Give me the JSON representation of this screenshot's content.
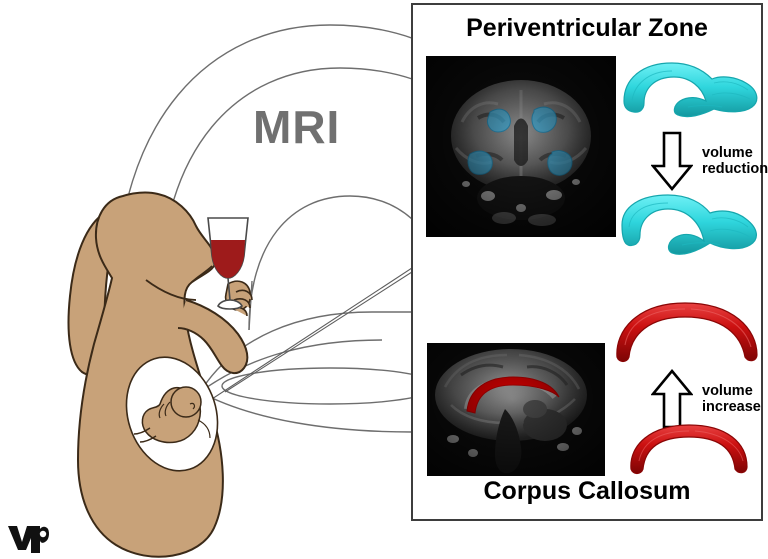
{
  "figure": {
    "title": "MRI study of prenatal alcohol exposure effects on fetal brain structures",
    "background_color": "#ffffff"
  },
  "illustration": {
    "name": "pregnant-woman-drinking-wine-in-mri-scanner",
    "machine_label": "MRI",
    "machine_label_color": "#707070",
    "machine_outline_color": "#6e6e6e",
    "skin_color": "#c8a279",
    "skin_outline_color": "#3b2a18",
    "wine_color": "#9e1b1b",
    "glass_outline_color": "#4a4a4a",
    "amniotic_sac_color": "#ffffff",
    "elements": [
      "mri-scanner-bore",
      "patient-table",
      "pregnant-woman-silhouette",
      "ponytail",
      "wine-glass",
      "fetus-in-womb",
      "connector-lines"
    ]
  },
  "panel": {
    "border_color": "#3d3d3d",
    "background_color": "#ffffff",
    "top_section": {
      "title": "Periventricular Zone",
      "mri_slice": {
        "name": "coronal-brain-mri",
        "orientation": "coronal",
        "background_color": "#0b0b0b",
        "highlight_color": "#3fa9d4",
        "highlight_label": "periventricular zone segmentation",
        "highlight_count": 4
      },
      "render_before": {
        "name": "periventricular-zone-3d-before",
        "color": "#2fd6dd",
        "shade_color": "#19a6ad",
        "state": "before"
      },
      "render_after": {
        "name": "periventricular-zone-3d-after",
        "color": "#2fd6dd",
        "shade_color": "#19a6ad",
        "state": "after"
      },
      "arrow": {
        "direction": "down",
        "caption_line1": "volume",
        "caption_line2": "reduction",
        "stroke_color": "#000000",
        "fill_color": "#ffffff"
      }
    },
    "bottom_section": {
      "title": "Corpus Callosum",
      "mri_slice": {
        "name": "sagittal-brain-mri",
        "orientation": "sagittal",
        "background_color": "#0b0b0b",
        "highlight_color": "#cc0000",
        "highlight_label": "corpus callosum outline",
        "highlight_count": 1
      },
      "render_before": {
        "name": "corpus-callosum-3d-before",
        "color": "#cc1111",
        "shade_color": "#8a0606",
        "state": "before"
      },
      "render_after": {
        "name": "corpus-callosum-3d-after",
        "color": "#cc1111",
        "shade_color": "#8a0606",
        "state": "after"
      },
      "arrow": {
        "direction": "up",
        "caption_line1": "volume",
        "caption_line2": "increase",
        "stroke_color": "#000000",
        "fill_color": "#ffffff"
      }
    }
  },
  "watermark": {
    "name": "vp-logo",
    "text": "vp",
    "color": "#111111"
  }
}
